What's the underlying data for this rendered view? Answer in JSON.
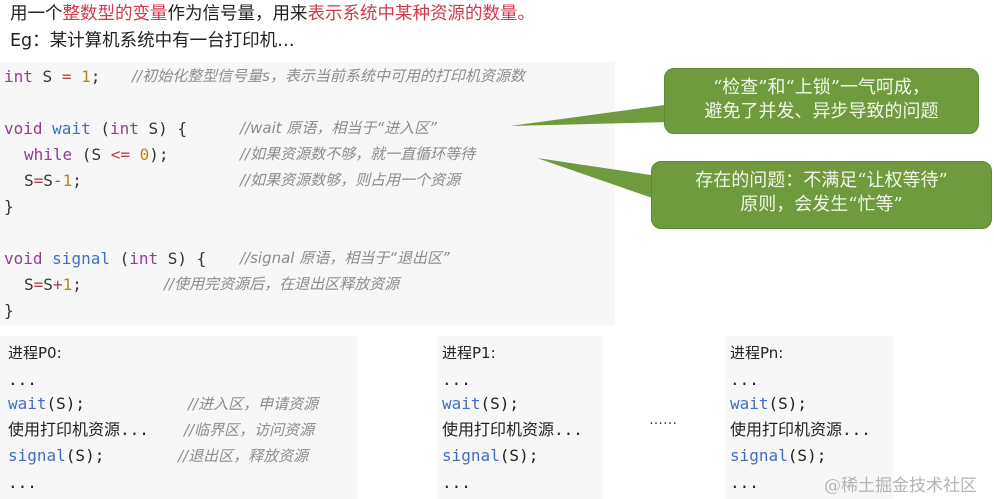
{
  "intro": {
    "line1": [
      {
        "text": "用一个",
        "highlight": false
      },
      {
        "text": "整数型的变量",
        "highlight": true
      },
      {
        "text": "作为信号量，用来",
        "highlight": false
      },
      {
        "text": "表示系统中某种资源的数量",
        "highlight": true
      },
      {
        "text": "。",
        "highlight": true
      }
    ],
    "line2": "Eg：某计算机系统中有一台打印机…",
    "highlight_color": "#d03a4c"
  },
  "code": {
    "line1": {
      "kw": "int",
      "rest1": " S ",
      "op": "=",
      "sp": " ",
      "num": "1",
      "end": ";",
      "comment": "//初始化整型信号量s，表示当前系统中可用的打印机资源数"
    },
    "wait_header": {
      "kw": "void",
      "fn": "wait",
      "args_open": " (",
      "kw2": "int",
      "args_close": " S) {",
      "comment": "//wait 原语，相当于“进入区”"
    },
    "wait_while": {
      "kw": "while",
      "open": " (S ",
      "op": "<=",
      "num": "0",
      "close": ");",
      "comment": "//如果资源数不够，就一直循环等待"
    },
    "wait_dec": {
      "lhs": "S",
      "op1": "=",
      "s": "S",
      "op2": "-",
      "num": "1",
      "end": ";",
      "comment": "//如果资源数够，则占用一个资源"
    },
    "close_brace": "}",
    "signal_header": {
      "kw": "void",
      "fn": "signal",
      "args_open": " (",
      "kw2": "int",
      "args_close": " S) {",
      "comment": "//signal 原语，相当于“退出区”"
    },
    "signal_inc": {
      "lhs": "S",
      "op1": "=",
      "s": "S",
      "op2": "+",
      "num": "1",
      "end": ";",
      "comment": "//使用完资源后，在退出区释放资源"
    }
  },
  "callouts": [
    {
      "line1": "“检查”和“上锁”一气呵成，",
      "line2": "避免了并发、异步导致的问题"
    },
    {
      "line1": "存在的问题：不满足“让权等待”",
      "line2": "原则，会发生“忙等”"
    }
  ],
  "processes": [
    {
      "title": "进程P0:",
      "dots": "...",
      "wait_fn": "wait",
      "wait_args": "(S);",
      "use": "使用打印机资源...",
      "signal_fn": "signal",
      "signal_args": "(S);",
      "comments": {
        "wait": "//进入区，申请资源",
        "use": "//临界区，访问资源",
        "signal": "//退出区，释放资源"
      }
    },
    {
      "title": "进程P1:",
      "dots": "...",
      "wait_fn": "wait",
      "wait_args": "(S);",
      "use": "使用打印机资源...",
      "signal_fn": "signal",
      "signal_args": "(S);"
    },
    {
      "title": "进程Pn:",
      "dots": "...",
      "wait_fn": "wait",
      "wait_args": "(S);",
      "use": "使用打印机资源...",
      "signal_fn": "signal",
      "signal_args": "(S);"
    }
  ],
  "between_ellipsis": "……",
  "watermark": "@稀土掘金技术社区",
  "colors": {
    "callout_fill": "#6f9a3e",
    "keyword": "#8e3f8e",
    "function": "#3f6fc5",
    "number": "#b8861b",
    "operator": "#c43c4f",
    "comment": "#8c8c8c"
  }
}
